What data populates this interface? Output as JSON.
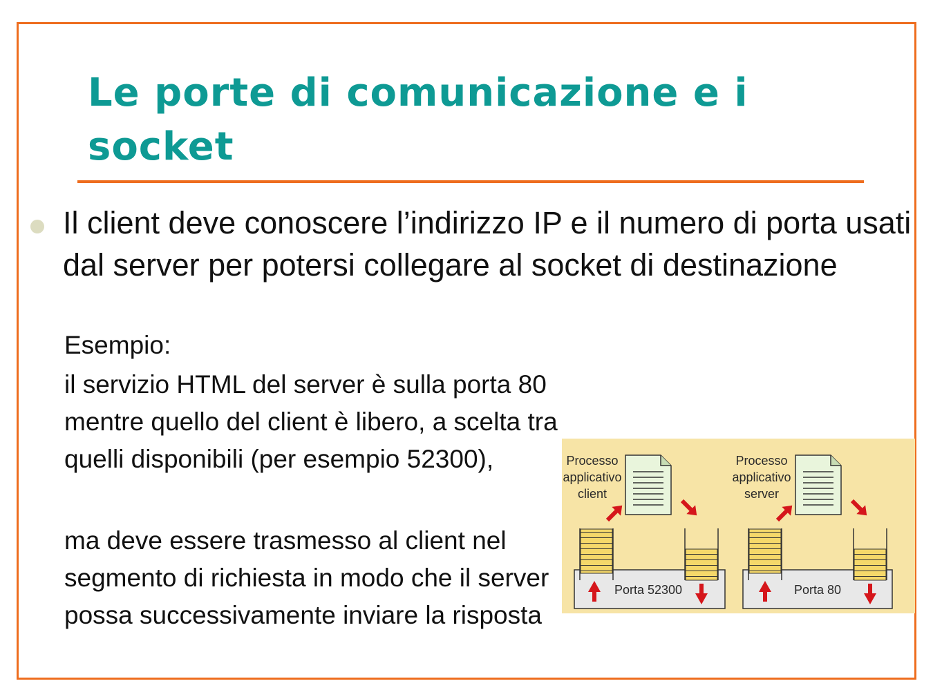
{
  "slide": {
    "title": "Le porte di comunicazione e i socket",
    "bullet": "Il client deve conoscere l’indirizzo IP e il numero di porta usati dal server per potersi collegare al socket di destinazione",
    "example_label": "Esempio:",
    "paragraph1": "il servizio HTML del server è sulla porta 80 mentre quello del client è libero, a scelta tra quelli disponibili (per esempio 52300),",
    "paragraph2": "ma deve essere trasmesso al client nel segmento di richiesta in modo che il server possa successivamente inviare la risposta"
  },
  "figure": {
    "client": {
      "line1": "Processo",
      "line2": "applicativo",
      "line3": "client",
      "port": "Porta 52300"
    },
    "server": {
      "line1": "Processo",
      "line2": "applicativo",
      "line3": "server",
      "port": "Porta 80"
    }
  },
  "colors": {
    "title": "#0e9a94",
    "accent": "#ee6d1e",
    "arrow": "#d5161b",
    "figure_bg": "#f7e4a6",
    "document": "#e9f5dc",
    "buffer": "#f5d86a"
  }
}
